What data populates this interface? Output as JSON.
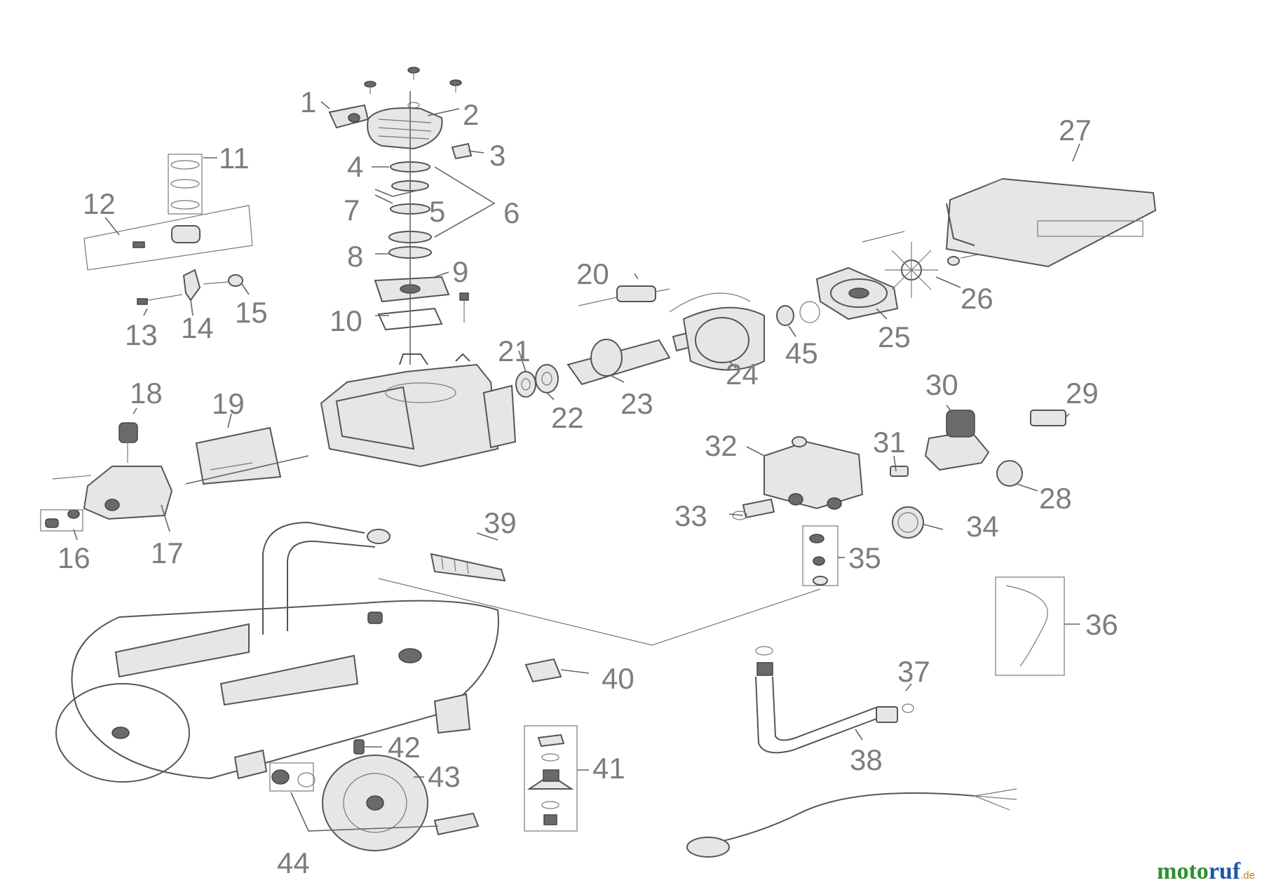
{
  "diagram": {
    "part_numbers": [
      "1",
      "2",
      "3",
      "4",
      "5",
      "6",
      "7",
      "8",
      "9",
      "10",
      "11",
      "12",
      "13",
      "14",
      "15",
      "16",
      "17",
      "18",
      "19",
      "20",
      "21",
      "22",
      "23",
      "24",
      "25",
      "26",
      "27",
      "28",
      "29",
      "30",
      "31",
      "32",
      "33",
      "34",
      "35",
      "36",
      "37",
      "38",
      "39",
      "40",
      "41",
      "42",
      "43",
      "44",
      "45"
    ]
  },
  "brand": {
    "name_part1": "moto",
    "name_part2": "ruf",
    "tld": ".de"
  }
}
